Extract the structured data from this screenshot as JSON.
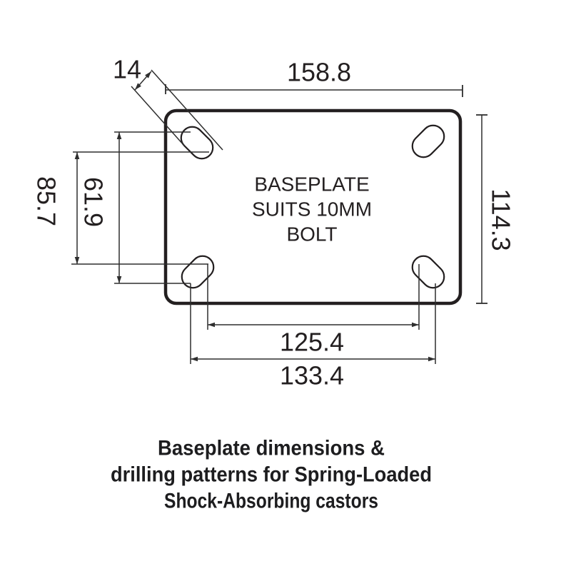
{
  "diagram": {
    "plate_text": {
      "line1": "BASEPLATE",
      "line2": "SUITS 10MM",
      "line3": "BOLT"
    },
    "dims": {
      "top_width": "158.8",
      "slot_length": "14",
      "left_outer": "85.7",
      "left_inner": "61.9",
      "right_height": "114.3",
      "bottom_inner": "125.4",
      "bottom_outer": "133.4"
    },
    "caption": {
      "line1": "Baseplate dimensions &",
      "line2": "drilling patterns for Spring-Loaded",
      "line3": "Shock-Absorbing castors"
    },
    "colors": {
      "ink": "#231f20",
      "thin_line": "#2e2e2e",
      "background": "#ffffff"
    }
  }
}
